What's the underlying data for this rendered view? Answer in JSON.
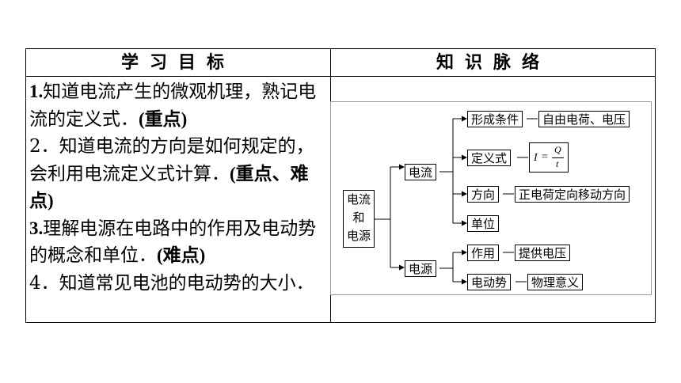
{
  "table": {
    "header_left": "学习目标",
    "header_right": "知识脉络"
  },
  "goals": [
    {
      "bold_prefix": "1.",
      "text": "知道电流产生的微观机理，熟记电流的定义式．",
      "bold_suffix": "(重点)"
    },
    {
      "bold_prefix": "2．",
      "text": "知道电流的方向是如何规定的，会利用电流定义式计算．",
      "bold_suffix": "(重点、难点)"
    },
    {
      "bold_prefix": "3.",
      "text": "理解电源在电路中的作用及电动势的概念和单位．",
      "bold_suffix": "(难点)"
    },
    {
      "bold_prefix": "4．",
      "text": "知道常见电池的电动势的大小．",
      "bold_suffix": ""
    }
  ],
  "diagram": {
    "root": [
      "电流",
      "和",
      "电源"
    ],
    "current": "电流",
    "source": "电源",
    "current_items": [
      {
        "label": "形成条件",
        "detail": "自由电荷、电压"
      },
      {
        "label": "定义式",
        "detail": ""
      },
      {
        "label": "方向",
        "detail": "正电荷定向移动方向"
      },
      {
        "label": "单位",
        "detail": ""
      }
    ],
    "formula": {
      "lhs": "I",
      "eq": "=",
      "num": "Q",
      "den": "t"
    },
    "source_items": [
      {
        "label": "作用",
        "detail": "提供电压"
      },
      {
        "label": "电动势",
        "detail": "物理意义"
      }
    ]
  }
}
